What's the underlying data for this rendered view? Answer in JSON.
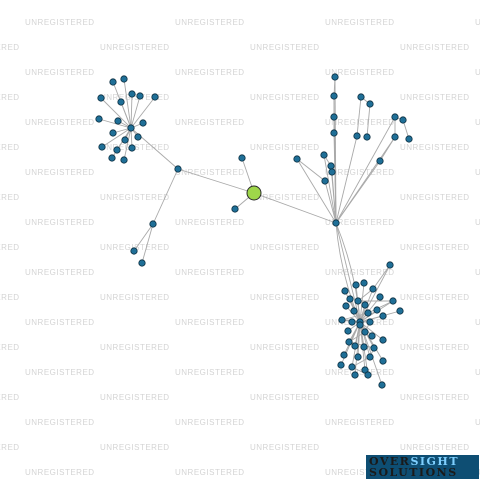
{
  "watermark": {
    "text": "UNREGISTERED"
  },
  "logo": {
    "line1_part1": "OVER",
    "line1_part2": "SIGHT",
    "line2": "SOLUTIONS",
    "colors": {
      "background": "#0e4e73",
      "dark": "#1a1a1a",
      "light": "#7fd0ff"
    }
  },
  "graph": {
    "colors": {
      "edge": "#a9a9a9",
      "node": "#1f6f97",
      "center_node": "#9ed64a"
    },
    "center_node": "focal-entity"
  }
}
